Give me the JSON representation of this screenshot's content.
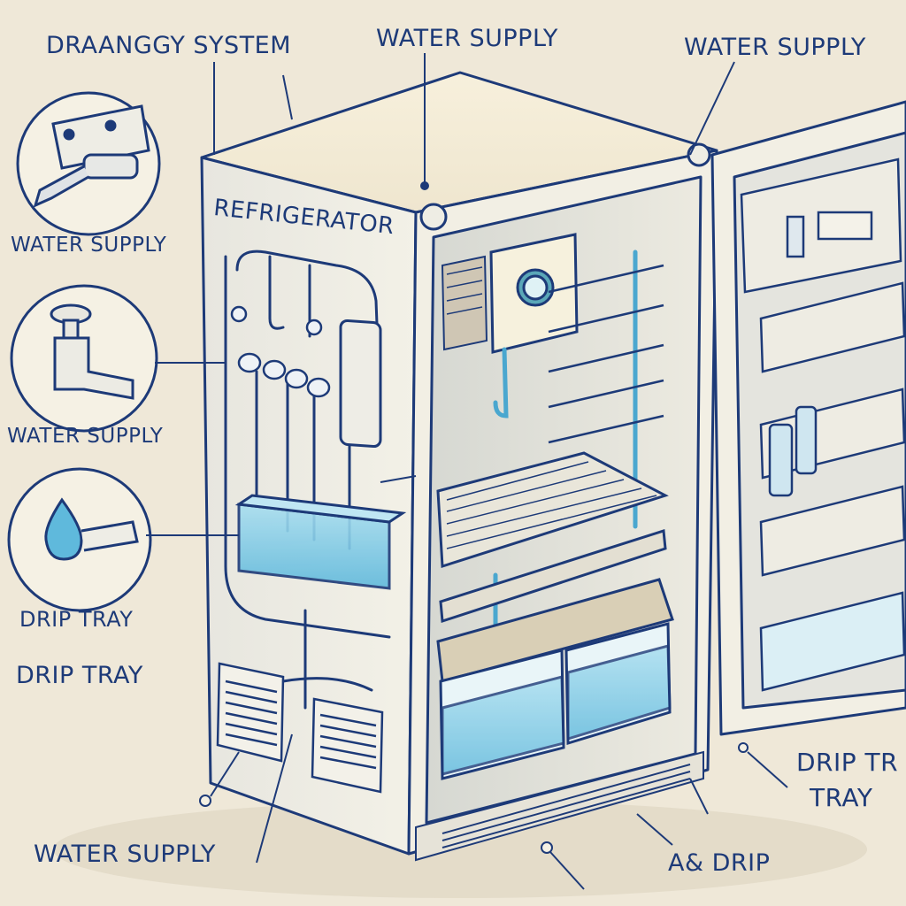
{
  "labels": {
    "drainage_system": "DRAANGGY SYSTEM",
    "water_supply_top_center": "WATER SUPPLY",
    "water_supply_top_right": "WATER SUPPLY",
    "refrigerator": "REFRIGERATOR",
    "water_supply_left_1": "WATER SUPPLY",
    "water_supply_left_2": "WATER SUPPLY",
    "drip_tray_left_1": "DRIP TRAY",
    "drip_tray_left_2": "DRIP TRAY",
    "water_supply_bottom": "WATER SUPPLY",
    "drip_tray_right_line1": "DRIP TR",
    "drip_tray_right_line2": "TRAY",
    "a_drip_bottom": "A& DRIP"
  },
  "icons": {
    "inset_top": "water-pipe-outlet-icon",
    "inset_middle": "water-valve-faucet-icon",
    "inset_bottom": "water-drop-icon"
  },
  "colors": {
    "background": "#efe8d8",
    "ink": "#1d3a78",
    "water": "#6cc3e0",
    "fridge_body": "#f1eee2"
  }
}
